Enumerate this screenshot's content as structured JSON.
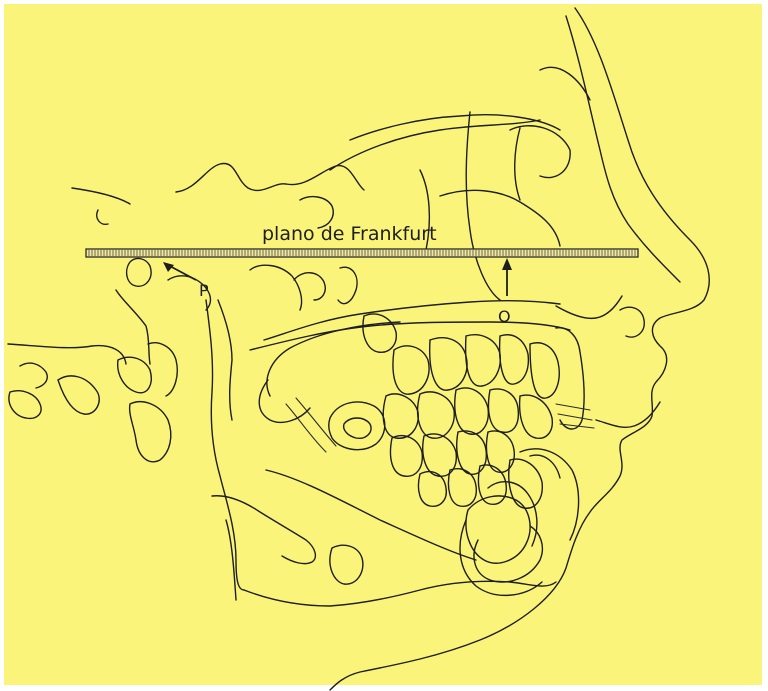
{
  "diagram": {
    "plane_label": "plano de Frankfurt",
    "point_p": "P",
    "point_o": "O"
  },
  "colors": {
    "background": "#fbf47a",
    "ink": "#1e1e1e",
    "frame": "#ffffff"
  }
}
